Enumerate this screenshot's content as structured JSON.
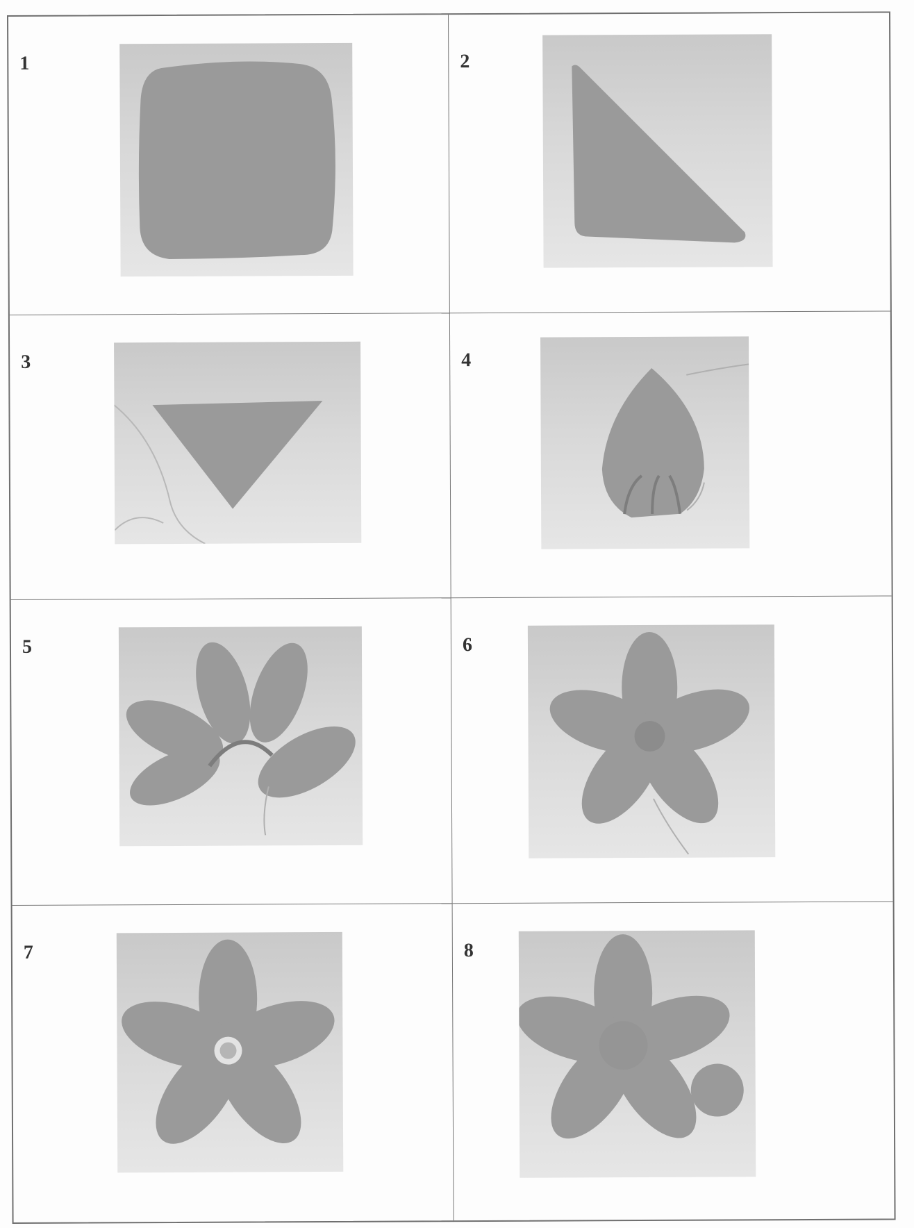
{
  "steps": [
    {
      "number": "1",
      "image": "fabric-square"
    },
    {
      "number": "2",
      "image": "folded-triangle"
    },
    {
      "number": "3",
      "image": "folded-again-triangle"
    },
    {
      "number": "4",
      "image": "gathered-petal"
    },
    {
      "number": "5",
      "image": "petals-on-thread"
    },
    {
      "number": "6",
      "image": "assembled-flower"
    },
    {
      "number": "7",
      "image": "flower-with-bead-center"
    },
    {
      "number": "8",
      "image": "flower-with-felt-circle"
    }
  ],
  "colors": {
    "fabric": "#9a9a9a",
    "fabric_dark": "#7d7d7d",
    "background": "#d6d6d6",
    "border": "#6f6f6f"
  }
}
